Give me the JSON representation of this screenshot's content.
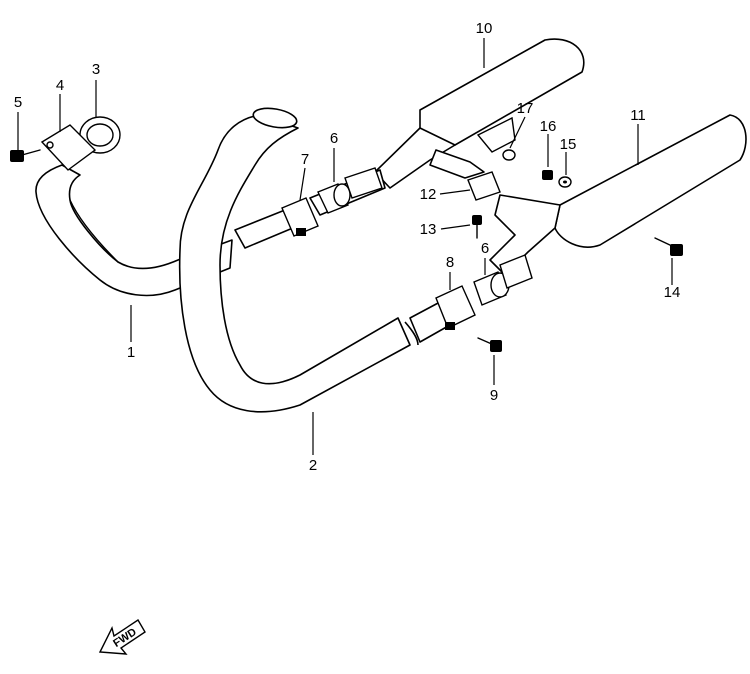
{
  "diagram": {
    "callouts": [
      {
        "id": "1",
        "label": "1"
      },
      {
        "id": "2",
        "label": "2"
      },
      {
        "id": "3",
        "label": "3"
      },
      {
        "id": "4",
        "label": "4"
      },
      {
        "id": "5",
        "label": "5"
      },
      {
        "id": "6a",
        "label": "6"
      },
      {
        "id": "6b",
        "label": "6"
      },
      {
        "id": "7",
        "label": "7"
      },
      {
        "id": "8",
        "label": "8"
      },
      {
        "id": "9",
        "label": "9"
      },
      {
        "id": "10",
        "label": "10"
      },
      {
        "id": "11",
        "label": "11"
      },
      {
        "id": "12",
        "label": "12"
      },
      {
        "id": "13",
        "label": "13"
      },
      {
        "id": "14",
        "label": "14"
      },
      {
        "id": "15",
        "label": "15"
      },
      {
        "id": "16",
        "label": "16"
      },
      {
        "id": "17",
        "label": "17"
      }
    ],
    "direction_indicator": {
      "label": "FWD",
      "icon": "fwd-arrow-icon"
    }
  }
}
